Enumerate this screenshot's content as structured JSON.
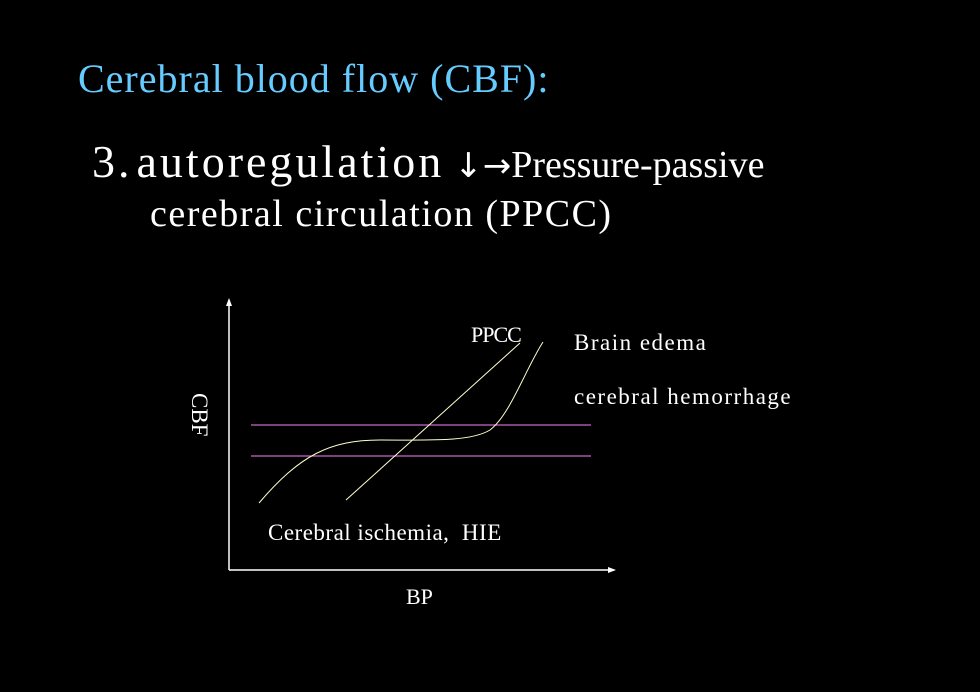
{
  "slide": {
    "title": "Cerebral blood flow (CBF):",
    "point_number": "3.",
    "point_text": "autoregulation",
    "arrows": "↓→",
    "point_result": "Pressure-passive",
    "point_continuation": "cerebral circulation (PPCC)"
  },
  "diagram": {
    "y_axis_label": "CBF",
    "x_axis_label": "BP",
    "curve_label": "PPCC",
    "upper_effect_1": "Brain edema",
    "upper_effect_2": "cerebral hemorrhage",
    "lower_effect": "Cerebral ischemia,  HIE"
  },
  "colors": {
    "background": "#000000",
    "title": "#66ccff",
    "text": "#ffffff",
    "curves": "#ffffcc",
    "limit_lines": "#cc66cc"
  }
}
